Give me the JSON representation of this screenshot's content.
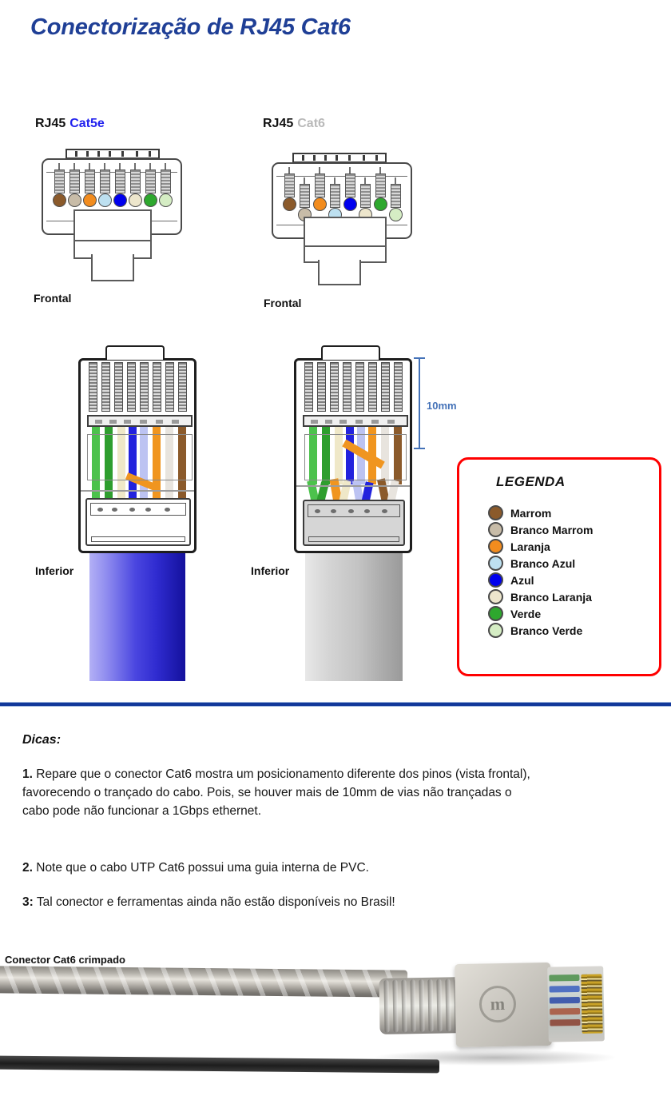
{
  "page": {
    "title": "Conectorização de RJ45 Cat6",
    "title_color": "#1f3f96",
    "divider_color": "#12389a"
  },
  "connectors": [
    {
      "brand_label": "RJ45",
      "cat_label": "Cat5e",
      "cat_color": "#2222ee",
      "front_view_label": "Frontal",
      "bottom_view_label": "Inferior",
      "jacket_color": "#3333cc",
      "front_pin_colors": [
        "#8b5a2b",
        "#c8bca8",
        "#f28c1e",
        "#bde0f0",
        "#0000ee",
        "#ede6cc",
        "#2ea82e",
        "#d5edc4"
      ],
      "bottom_wire_colors": [
        "#4cc24c",
        "#2e9e2e",
        "#efe8c8",
        "#f2efe0",
        "#2222dd",
        "#bcc3f2",
        "#f0951f",
        "#e8e4de",
        "#8b5a2b"
      ]
    },
    {
      "brand_label": "RJ45",
      "cat_label": "Cat6",
      "cat_color": "#b9b9b9",
      "front_view_label": "Frontal",
      "bottom_view_label": "Inferior",
      "jacket_color": "#c9c9c9",
      "front_pin_colors": [
        "#8b5a2b",
        "#c8bca8",
        "#f28c1e",
        "#bde0f0",
        "#0000ee",
        "#ede6cc",
        "#2ea82e",
        "#d5edc4"
      ],
      "bottom_wire_colors": [
        "#4cc24c",
        "#2e9e2e",
        "#efe8c8",
        "#2222dd",
        "#bcc3f2",
        "#f0951f",
        "#e8e4de",
        "#8b5a2b"
      ]
    }
  ],
  "dimension": {
    "label": "10mm",
    "color": "#4472b8"
  },
  "legend": {
    "title": "LEGENDA",
    "border_color": "#ff0000",
    "items": [
      {
        "label": "Marrom",
        "color": "#8b5a2b"
      },
      {
        "label": "Branco Marrom",
        "color": "#c8bca8"
      },
      {
        "label": "Laranja",
        "color": "#f28c1e"
      },
      {
        "label": "Branco Azul",
        "color": "#bde0f0"
      },
      {
        "label": "Azul",
        "color": "#0000ee"
      },
      {
        "label": "Branco Laranja",
        "color": "#ede6cc"
      },
      {
        "label": "Verde",
        "color": "#2ea82e"
      },
      {
        "label": "Branco Verde",
        "color": "#d5edc4"
      }
    ]
  },
  "tips": {
    "heading": "Dicas:",
    "items": [
      {
        "marker": "1.",
        "text": " Repare que o conector Cat6 mostra um posicionamento diferente dos pinos (vista frontal), favorecendo o trançado do cabo. Pois, se houver mais de 10mm de vias não trançadas o cabo pode não funcionar a 1Gbps ethernet."
      },
      {
        "marker": "2.",
        "text": " Note que o cabo UTP Cat6 possui uma guia interna de PVC."
      },
      {
        "marker": "3:",
        "text": " Tal conector e ferramentas ainda não estão disponíveis no Brasil!"
      }
    ]
  },
  "photo": {
    "caption": "Conector Cat6 crimpado",
    "logo_glyph": "m"
  }
}
